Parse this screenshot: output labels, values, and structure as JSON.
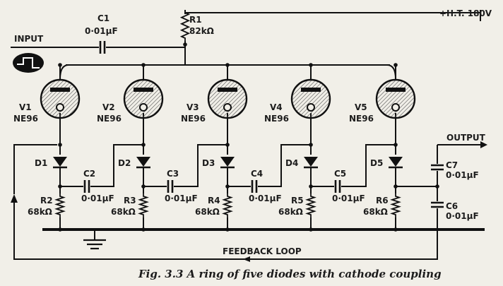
{
  "ht_label": "+H.T. 180V",
  "input_label": "INPUT",
  "output_label": "OUTPUT",
  "feedback_label": "FEEDBACK LOOP",
  "caption": "Fig. 3.3  A ring of five diodes with cathode coupling",
  "c1": {
    "name": "C1",
    "value": "0·01µF"
  },
  "r1": {
    "name": "R1",
    "value": "82kΩ"
  },
  "c7": {
    "name": "C7",
    "value": "0·01µF"
  },
  "c6": {
    "name": "C6",
    "value": "0·01µF"
  },
  "stages": [
    {
      "tube": "V1",
      "type": "NE96",
      "diode": "D1",
      "res_name": "R2",
      "res_value": "68kΩ",
      "cap_name": "C2",
      "cap_value": "0·01µF"
    },
    {
      "tube": "V2",
      "type": "NE96",
      "diode": "D2",
      "res_name": "R3",
      "res_value": "68kΩ",
      "cap_name": "C3",
      "cap_value": "0·01µF"
    },
    {
      "tube": "V3",
      "type": "NE96",
      "diode": "D3",
      "res_name": "R4",
      "res_value": "68kΩ",
      "cap_name": "C4",
      "cap_value": "0·01µF"
    },
    {
      "tube": "V4",
      "type": "NE96",
      "diode": "D4",
      "res_name": "R5",
      "res_value": "68kΩ",
      "cap_name": "C5",
      "cap_value": "0·01µF"
    },
    {
      "tube": "V5",
      "type": "NE96",
      "diode": "D5",
      "res_name": "R6",
      "res_value": "68kΩ",
      "cap_name": "",
      "cap_value": ""
    }
  ]
}
